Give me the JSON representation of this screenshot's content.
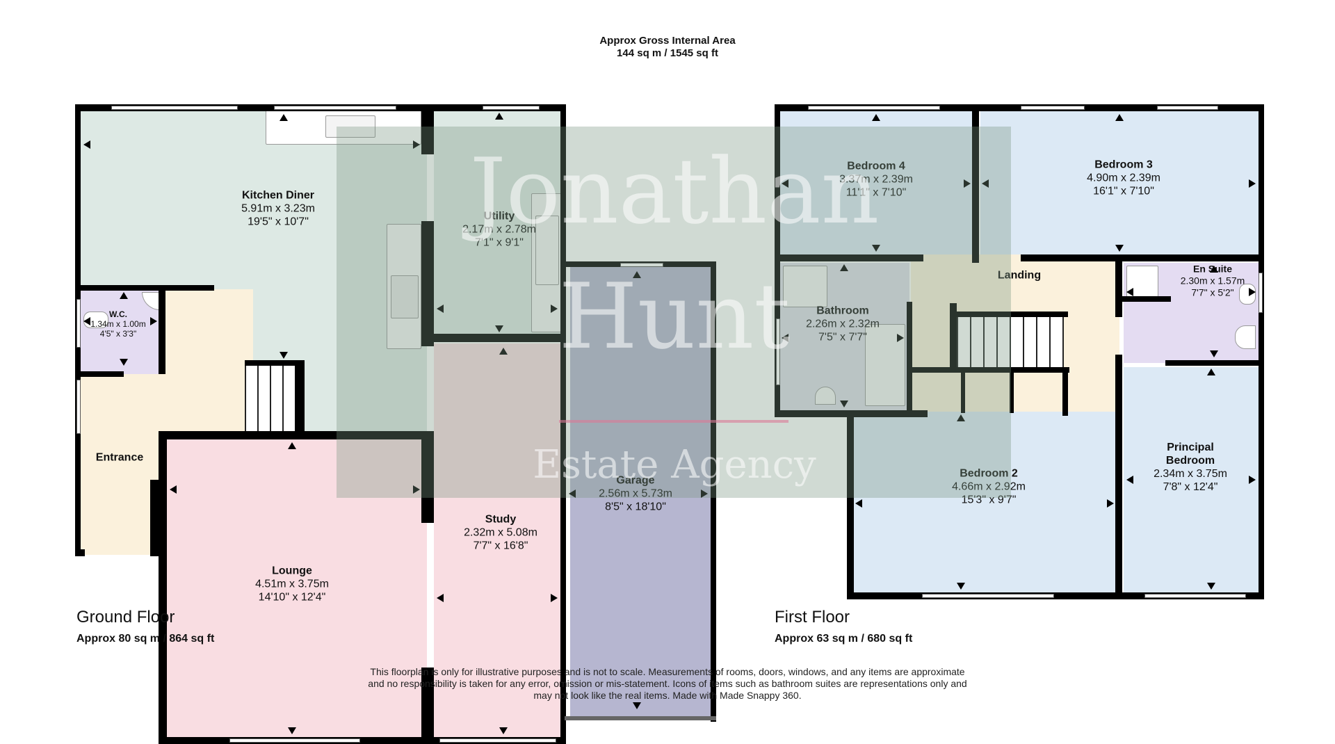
{
  "header": {
    "title_line1": "Approx Gross Internal Area",
    "title_line2": "144 sq m / 1545 sq ft"
  },
  "watermark": {
    "line1": "Jonathan",
    "line2": "Hunt",
    "line3": "Estate Agency"
  },
  "ground_floor": {
    "label": "Ground Floor",
    "area": "Approx 80 sq m / 864 sq ft",
    "rooms": [
      {
        "name": "Kitchen Diner",
        "metric": "5.91m x 3.23m",
        "imperial": "19'5\" x 10'7\"",
        "color": "#dde9e4"
      },
      {
        "name": "Utility",
        "metric": "2.17m x 2.78m",
        "imperial": "7'1\" x 9'1\"",
        "color": "#dde9e4"
      },
      {
        "name": "W.C.",
        "metric": "1.34m x 1.00m",
        "imperial": "4'5\" x 3'3\"",
        "color": "#e4dcf2"
      },
      {
        "name": "Entrance",
        "metric": "",
        "imperial": "",
        "color": "#fbf1dc"
      },
      {
        "name": "Lounge",
        "metric": "4.51m x 3.75m",
        "imperial": "14'10\" x 12'4\"",
        "color": "#f9dde2"
      },
      {
        "name": "Study",
        "metric": "2.32m x 5.08m",
        "imperial": "7'7\" x 16'8\"",
        "color": "#f9dde2"
      },
      {
        "name": "Garage",
        "metric": "2.56m x 5.73m",
        "imperial": "8'5\" x 18'10\"",
        "color": "#b6b6d0"
      }
    ]
  },
  "first_floor": {
    "label": "First Floor",
    "area": "Approx 63 sq m / 680 sq ft",
    "rooms": [
      {
        "name": "Bedroom 4",
        "metric": "3.37m x 2.39m",
        "imperial": "11'1\" x 7'10\"",
        "color": "#dce9f5"
      },
      {
        "name": "Bedroom 3",
        "metric": "4.90m x 2.39m",
        "imperial": "16'1\" x 7'10\"",
        "color": "#dce9f5"
      },
      {
        "name": "Bathroom",
        "metric": "2.26m x 2.32m",
        "imperial": "7'5\" x 7'7\"",
        "color": "#e4dcf2"
      },
      {
        "name": "Landing",
        "metric": "",
        "imperial": "",
        "color": "#fbf1dc"
      },
      {
        "name": "En Suite",
        "metric": "2.30m x 1.57m",
        "imperial": "7'7\" x 5'2\"",
        "color": "#e4dcf2"
      },
      {
        "name": "Bedroom 2",
        "metric": "4.66m x 2.92m",
        "imperial": "15'3\" x 9'7\"",
        "color": "#dce9f5"
      },
      {
        "name": "Principal Bedroom",
        "name_line1": "Principal",
        "name_line2": "Bedroom",
        "metric": "2.34m x 3.75m",
        "imperial": "7'8\" x 12'4\"",
        "color": "#dce9f5"
      }
    ]
  },
  "disclaimer": {
    "line1": "This floorplan is only for illustrative purposes and is not to scale. Measurements of rooms, doors, windows, and any items are approximate",
    "line2": "and no responsibility is taken for any error, omission or mis-statement. Icons of items such as bathroom suites are representations only and",
    "line3": "may not look like the real items. Made with Made Snappy 360."
  }
}
